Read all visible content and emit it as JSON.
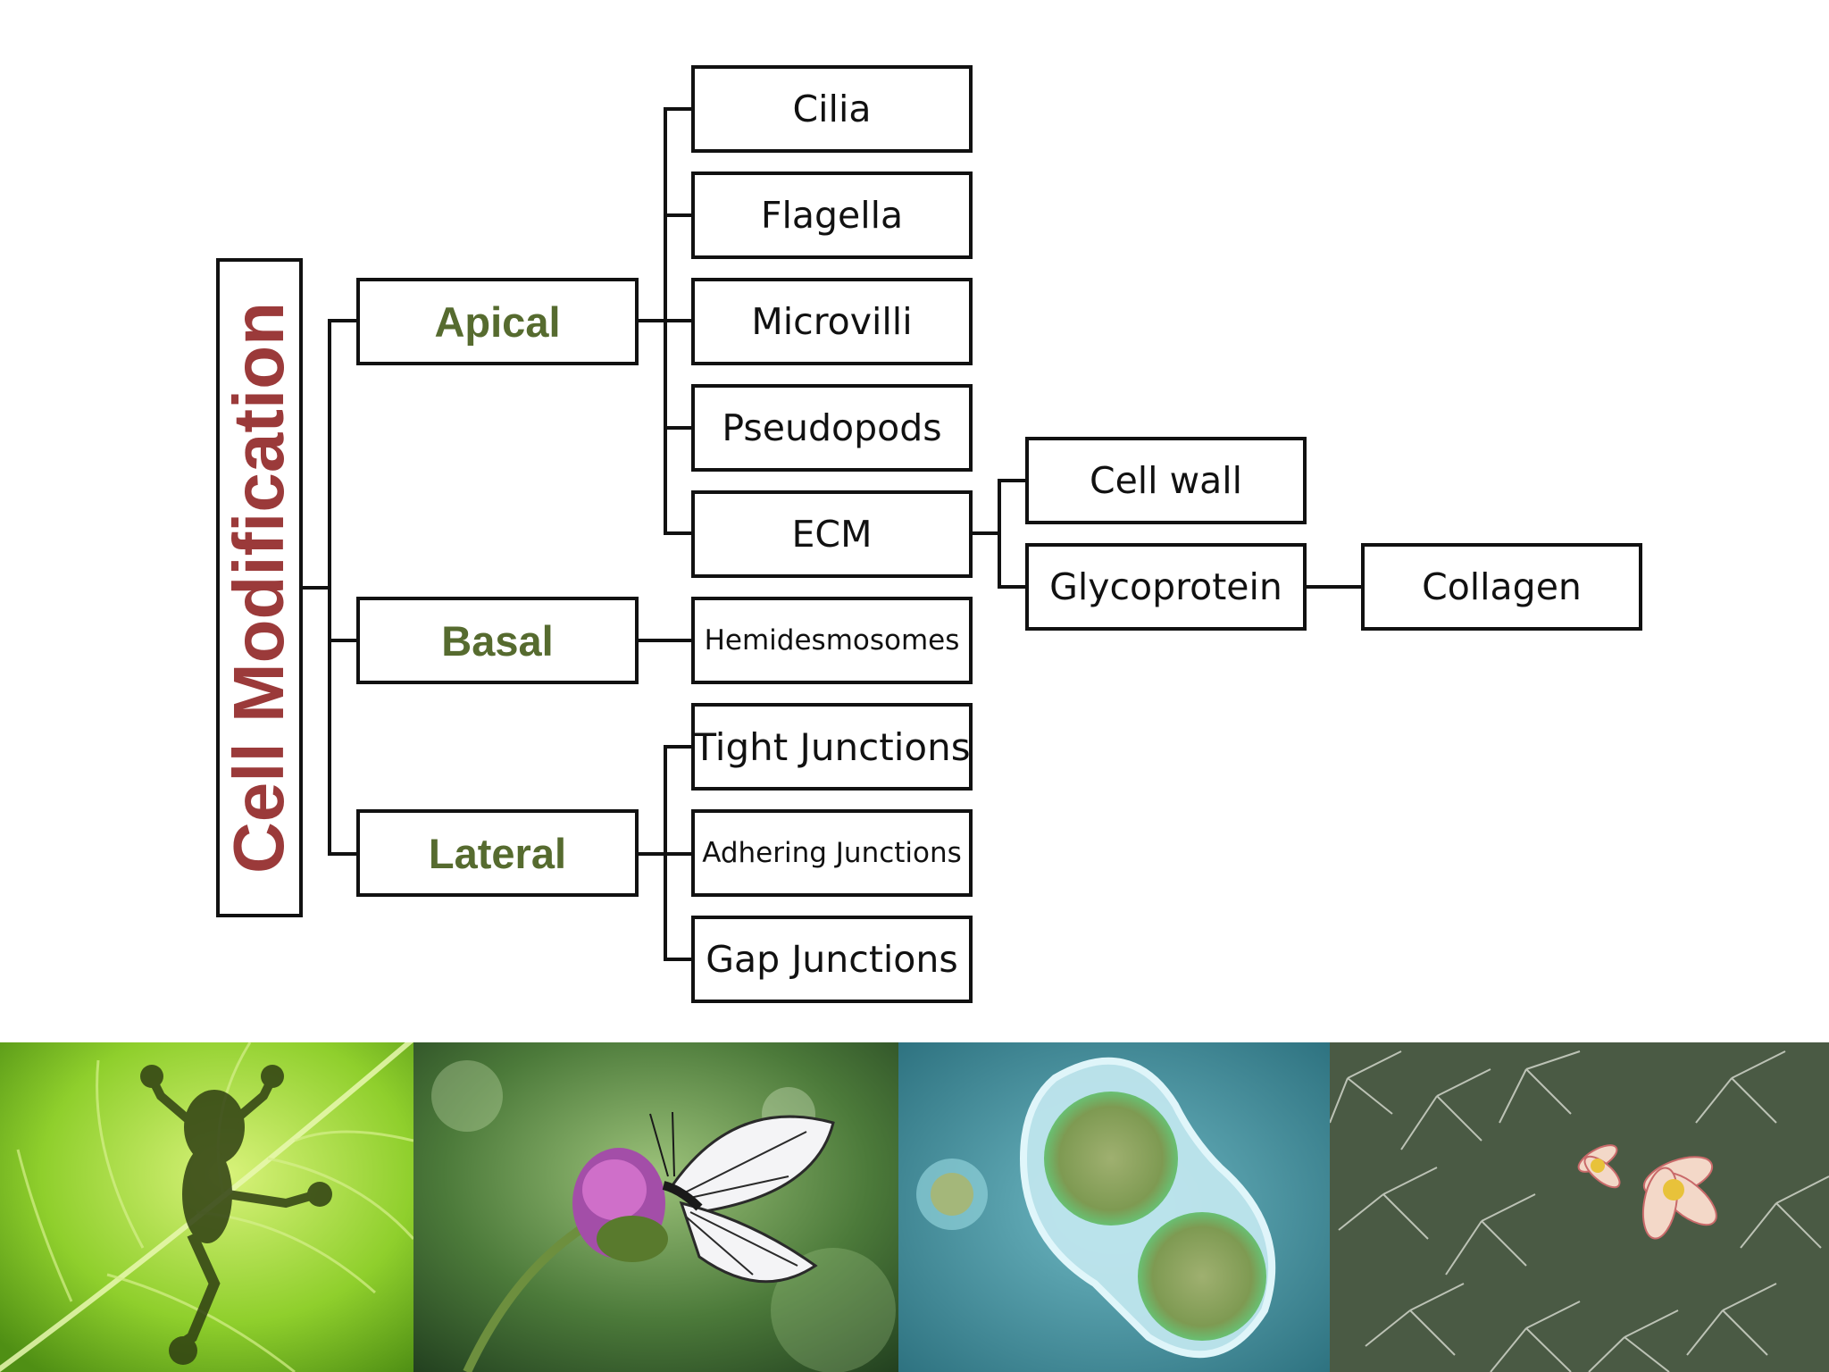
{
  "root": {
    "label": "Cell Modification",
    "color": "#9b3a3a"
  },
  "categories": [
    {
      "label": "Apical",
      "color": "#566b2f"
    },
    {
      "label": "Basal",
      "color": "#566b2f"
    },
    {
      "label": "Lateral",
      "color": "#566b2f"
    }
  ],
  "apical_items": [
    "Cilia",
    "Flagella",
    "Microvilli",
    "Pseudopods",
    "ECM"
  ],
  "basal_items": [
    "Hemidesmosomes"
  ],
  "lateral_items": [
    "Tight Junctions",
    "Adhering Junctions",
    "Gap Junctions"
  ],
  "ecm_items": [
    "Cell wall",
    "Glycoprotein"
  ],
  "glycoprotein_items": [
    "Collagen"
  ],
  "photos": [
    "frog-silhouette-on-leaf",
    "butterfly-on-flower",
    "dividing-cell",
    "cactus-flower"
  ]
}
